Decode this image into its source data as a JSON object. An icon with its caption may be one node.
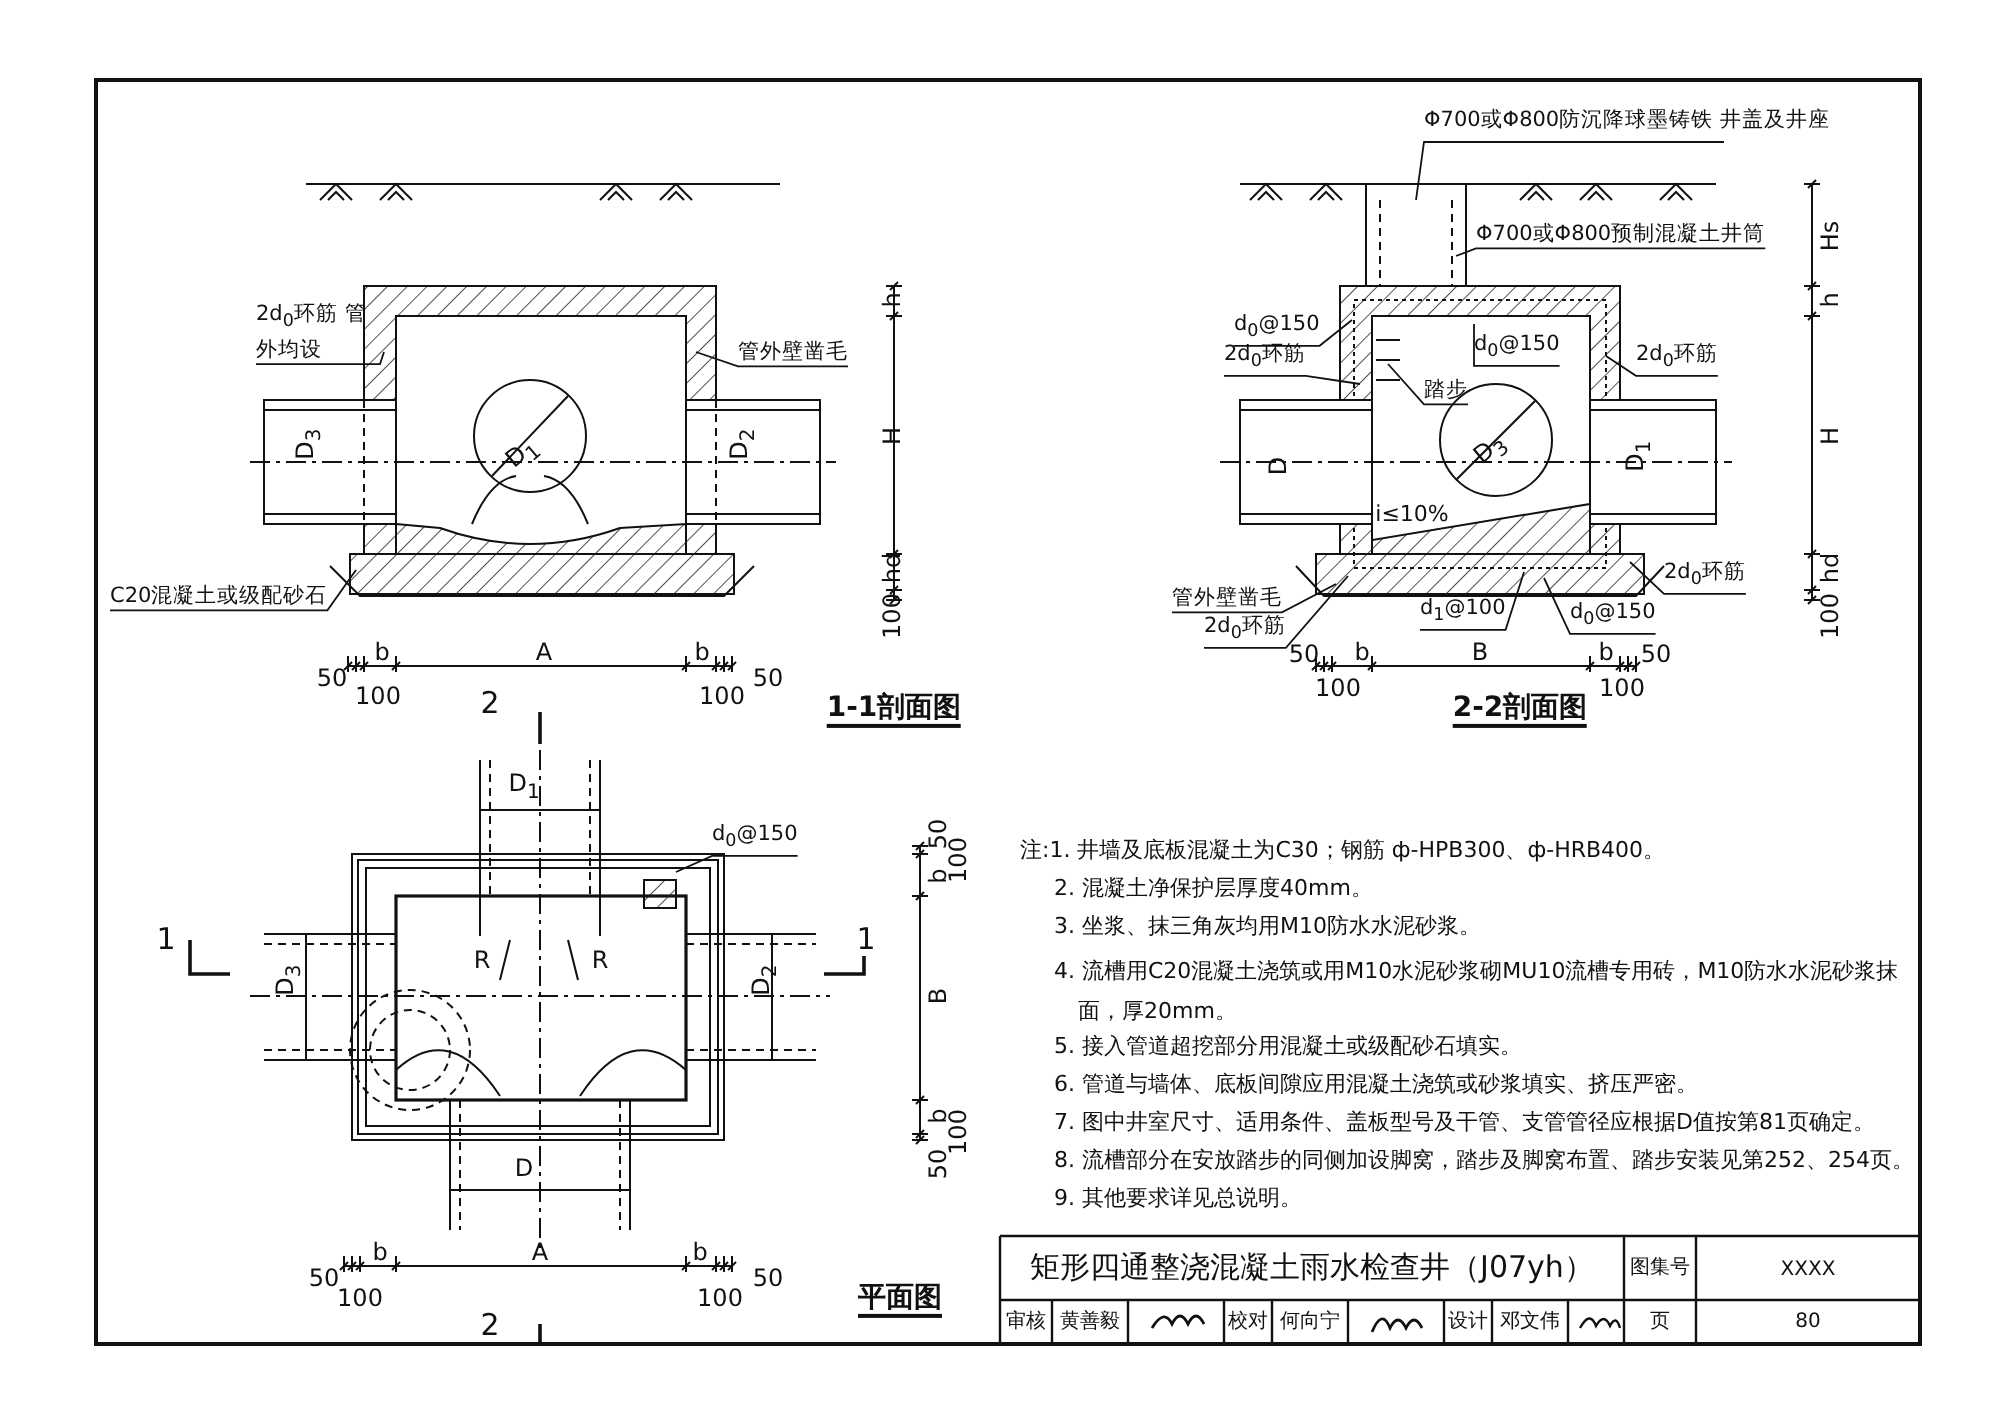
{
  "diagram": {
    "nodes": [
      {
        "text": [
          "2d$_{0}$环筋 管外均设"
        ]
      },
      {
        "text": [
          "管外壁凿毛"
        ]
      },
      {
        "text": [
          "C20混凝土或级配砂石"
        ]
      },
      {
        "text": [
          "Φ700或Φ800防沉降球墨铸铁 井盖及井座"
        ]
      },
      {
        "text": [
          "Φ700或Φ800预制混凝土井筒"
        ]
      },
      {
        "text": [
          "d$_{0}$@150"
        ]
      },
      {
        "text": [
          "2d$_{0}$环筋"
        ]
      },
      {
        "text": [
          "d$_{0}$@150"
        ]
      },
      {
        "text": [
          "踏步"
        ]
      },
      {
        "text": [
          "2d$_{0}$环筋"
        ]
      },
      {
        "text": [
          "管外壁凿毛"
        ]
      },
      {
        "text": [
          "2d$_{0}$环筋"
        ]
      },
      {
        "text": [
          "d$_{1}$@100"
        ]
      },
      {
        "text": [
          "d$_{0}$@150"
        ]
      },
      {
        "text": [
          "2d$_{0}$环筋"
        ]
      },
      {
        "text": [
          "d$_{0}$@150"
        ]
      }
    ],
    "edges": [
      {
        "from": 0,
        "to": null,
        "arrow": "none"
      },
      {
        "from": 1,
        "to": null,
        "arrow": "none"
      },
      {
        "from": 2,
        "to": null,
        "arrow": "none"
      },
      {
        "from": 3,
        "to": null,
        "arrow": "none"
      },
      {
        "from": 4,
        "to": null,
        "arrow": "none"
      },
      {
        "from": 5,
        "to": null,
        "arrow": "none"
      },
      {
        "from": 6,
        "to": null,
        "arrow": "none"
      },
      {
        "from": 7,
        "to": null,
        "arrow": "none"
      },
      {
        "from": 8,
        "to": null,
        "arrow": "none"
      },
      {
        "from": 9,
        "to": null,
        "arrow": "none"
      },
      {
        "from": 10,
        "to": null,
        "arrow": "none"
      },
      {
        "from": 11,
        "to": null,
        "arrow": "none"
      },
      {
        "from": 12,
        "to": null,
        "arrow": "none"
      },
      {
        "from": 13,
        "to": null,
        "arrow": "none"
      },
      {
        "from": 14,
        "to": null,
        "arrow": "none"
      },
      {
        "from": 15,
        "to": null,
        "arrow": "none"
      }
    ],
    "labels": [
      "h",
      "D$_{3}$",
      "D$_{1}$",
      "D$_{2}$",
      "H",
      "hd",
      "100",
      "50",
      "b",
      "A",
      "b",
      "50",
      "100",
      "100",
      "Hs",
      "h",
      "D",
      "D$_{3}$",
      "D$_{1}$",
      "i≤10%",
      "H",
      "hd",
      "100",
      "50",
      "b",
      "B",
      "b",
      "50",
      "100",
      "100",
      "2",
      "1-1剖面图",
      "2-2剖面图",
      "D$_{1}$",
      "50",
      "100",
      "b",
      "1",
      "1",
      "D$_{3}$",
      "R",
      "R",
      "D$_{2}$",
      "B",
      "b",
      "100",
      "50",
      "D",
      "50",
      "b",
      "A",
      "b",
      "50",
      "100",
      "100",
      "2",
      "平面图",
      "注:1. 井墙及底板混凝土为C30；钢筋 ф-HPB300、ф-HRB400。",
      "2. 混凝土净保护层厚度40mm。",
      "3. 坐浆、抹三角灰均用M10防水水泥砂浆。",
      "4. 流槽用C20混凝土浇筑或用M10水泥砂浆砌MU10流槽专用砖，M10防水水泥砂浆抹面，厚20mm。",
      "5. 接入管道超挖部分用混凝土或级配砂石填实。",
      "6. 管道与墙体、底板间隙应用混凝土浇筑或砂浆填实、挤压严密。",
      "7. 图中井室尺寸、适用条件、盖板型号及干管、支管管径应根据D值按第81页确定。",
      "8. 流槽部分在安放踏步的同侧加设脚窝，踏步及脚窝布置、踏步安装见第252、254页。",
      "9. 其他要求详见总说明。",
      "矩形四通整浇混凝土雨水检查井（J07yh）",
      "图集号",
      "XXXX",
      "审核",
      "黄善毅",
      "校对",
      "何向宁",
      "设计",
      "邓文伟",
      "页",
      "80"
    ]
  }
}
